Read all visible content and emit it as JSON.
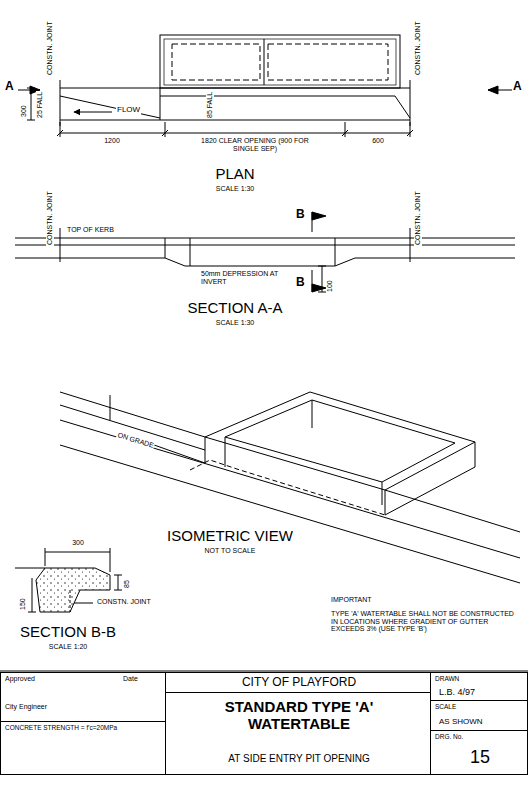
{
  "diagram": {
    "nodes": [
      {
        "text": [
          "Approved",
          "Date",
          "City Engineer"
        ]
      },
      {
        "text": [
          "CONCRETE STRENGTH = f'c=20MPa"
        ]
      },
      {
        "text": [
          "CITY OF PLAYFORD"
        ]
      },
      {
        "text": [
          "STANDARD TYPE 'A' WATERTABLE",
          "AT SIDE ENTRY PIT OPENING"
        ]
      },
      {
        "text": [
          "DRAWN",
          "L.B. 4/97"
        ]
      },
      {
        "text": [
          "SCALE",
          "AS SHOWN"
        ]
      },
      {
        "text": [
          "DRG. No.",
          "15"
        ]
      }
    ],
    "labels": [
      "CONSTN. JOINT",
      "A",
      "300",
      "25 FALL",
      "FLOW",
      "85 FALL",
      "CONSTN. JOINT",
      "A",
      "1200",
      "1820 CLEAR OPENING (900 FOR SINGLE SEP)",
      "600",
      "PLAN",
      "SCALE 1:30",
      "CONSTN. JOINT",
      "TOP OF KERB",
      "B",
      "50mm DEPRESSION AT INVERT",
      "B",
      "100",
      "CONSTN. JOINT",
      "SECTION A-A",
      "SCALE 1:30",
      "ON GRADE",
      "ISOMETRIC VIEW",
      "NOT TO SCALE",
      "300",
      "85",
      "150",
      "CONSTN. JOINT",
      "SECTION B-B",
      "SCALE 1:20",
      "IMPORTANT",
      "TYPE 'A' WATERTABLE SHALL NOT BE CONSTRUCTED IN LOCATIONS WHERE GRADIENT OF GUTTER EXCEEDS 3% (USE TYPE 'B')"
    ]
  }
}
